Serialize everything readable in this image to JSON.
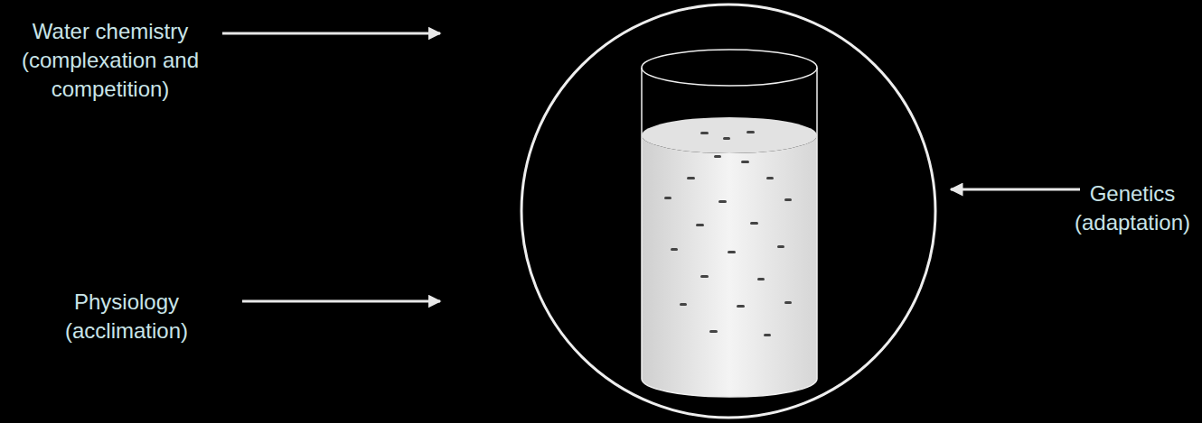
{
  "diagram": {
    "labels": [
      "Water chemistry (complexation and competition)",
      "Physiology (acclimation)",
      "Genetics (adaptation)"
    ]
  }
}
